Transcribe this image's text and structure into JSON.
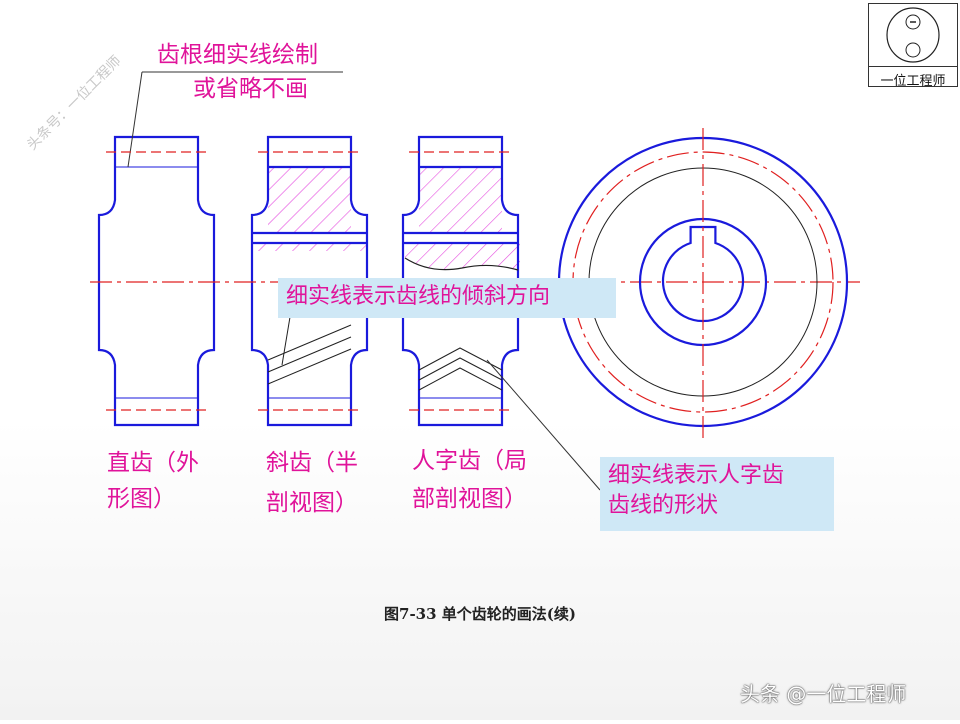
{
  "top_label": {
    "line1": "齿根细实线绘制",
    "line2": "或省略不画"
  },
  "gear_labels": {
    "spur": {
      "line1": "直齿（外",
      "line2": "形图）"
    },
    "helical": {
      "line1": "斜齿（半",
      "line2": "剖视图）"
    },
    "herringbone": {
      "line1": "人字齿（局",
      "line2": "部剖视图）"
    }
  },
  "callouts": {
    "helix_direction": "细实线表示齿线的倾斜方向",
    "herringbone_shape": {
      "line1": "细实线表示人字齿",
      "line2": "齿线的形状"
    }
  },
  "caption": "图7-33   单个齿轮的画法(续)",
  "watermark": "头条号：一位工程师",
  "logo_text": "一位工程师",
  "footer": "头条 @一位工程师",
  "colors": {
    "outline": "#1a1adc",
    "centerline": "#e02020",
    "hatch": "#e64fe0",
    "label": "#e0139a",
    "callout_bg": "#cfe8f6"
  }
}
